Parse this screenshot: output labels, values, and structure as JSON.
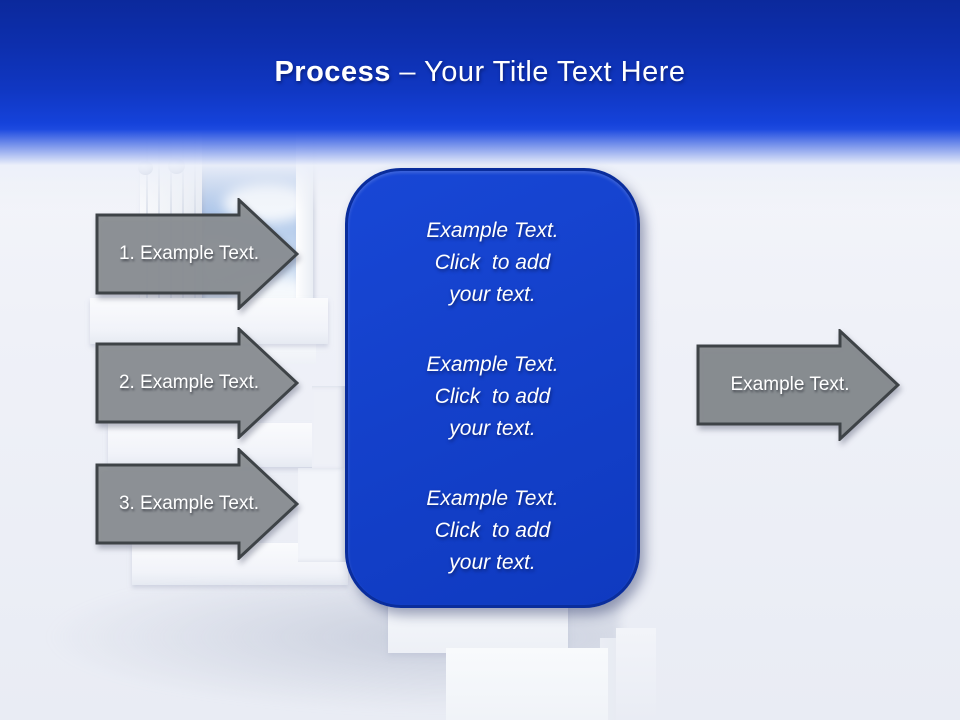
{
  "title": {
    "bold": "Process",
    "rest": " – Your Title Text Here"
  },
  "arrows": {
    "step1": "1. Example Text.",
    "step2": "2. Example Text.",
    "step3": "3. Example Text.",
    "result": "Example Text."
  },
  "panel": {
    "block1": {
      "line1": "Example Text.",
      "line2": "Click  to add",
      "line3": "your text."
    },
    "block2": {
      "line1": "Example Text.",
      "line2": "Click  to add",
      "line3": "your text."
    },
    "block3": {
      "line1": "Example Text.",
      "line2": "Click  to add",
      "line3": "your text."
    }
  },
  "colors": {
    "header_blue_dark": "#0b299c",
    "header_blue": "#1542da",
    "panel_blue": "#1441cb",
    "panel_border": "#0a2d9c",
    "arrow_gray": "#8b8f93",
    "arrow_border": "#3e4347",
    "text_white": "#ffffff",
    "background": "#edeff6"
  }
}
